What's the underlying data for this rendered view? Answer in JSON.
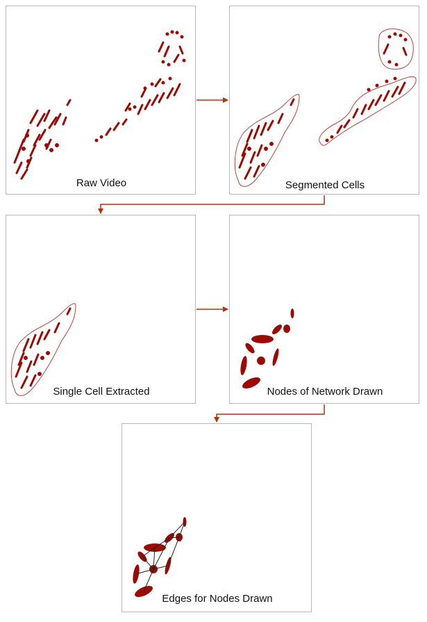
{
  "colors": {
    "organelle": "#9b0b04",
    "outline": "#c2403a",
    "arrow": "#b0330f",
    "edge": "#222222",
    "border": "#b8b8b8"
  },
  "panels": [
    {
      "id": "raw-video",
      "caption": "Raw Video"
    },
    {
      "id": "segmented-cells",
      "caption": "Segmented Cells"
    },
    {
      "id": "single-cell",
      "caption": "Single Cell Extracted"
    },
    {
      "id": "nodes",
      "caption": "Nodes of Network Drawn"
    },
    {
      "id": "edges",
      "caption": "Edges for Nodes Drawn"
    }
  ]
}
